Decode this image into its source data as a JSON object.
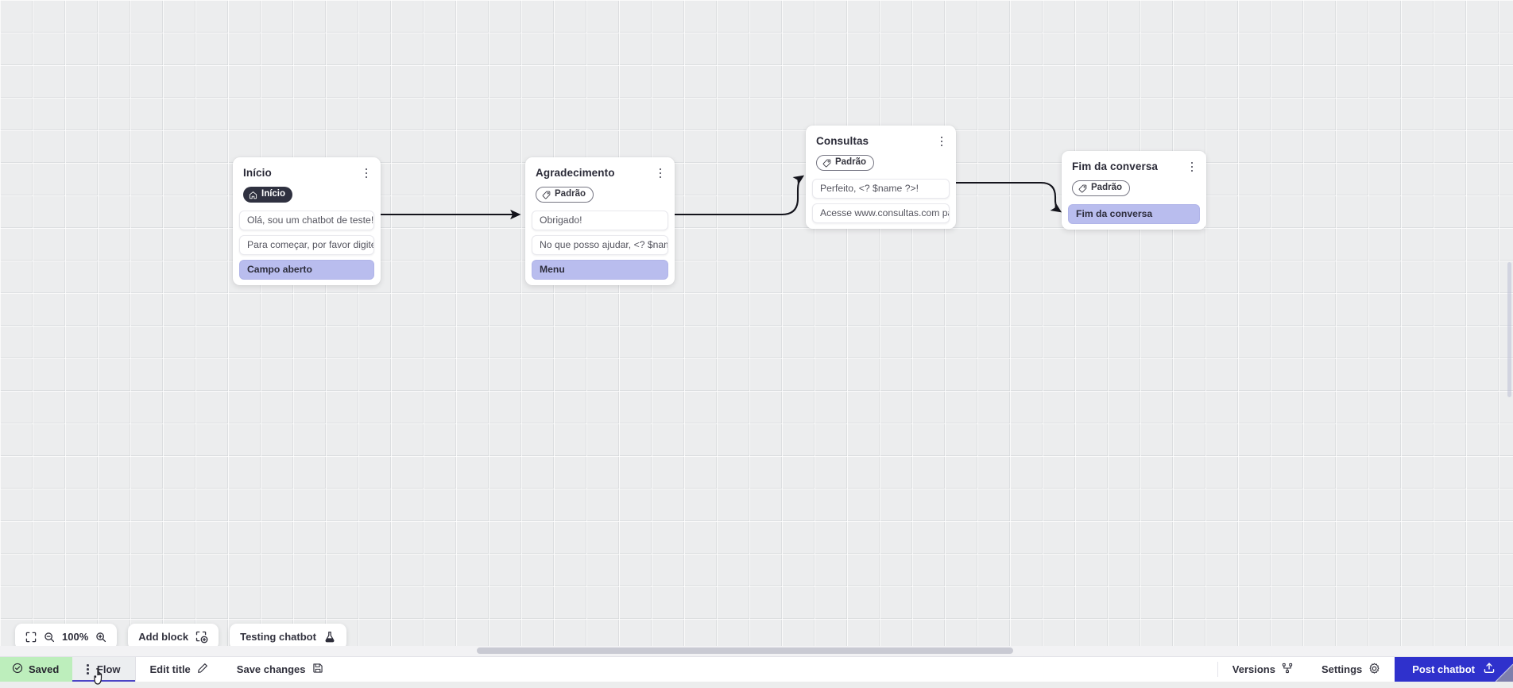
{
  "canvas": {
    "zoom_level": "100%",
    "grid": "dot-grid"
  },
  "nodes": [
    {
      "id": "inicio",
      "title": "Início",
      "badge": {
        "label": "Início",
        "kind": "start",
        "icon": "home-icon"
      },
      "rows": [
        {
          "text": "Olá, sou um chatbot de teste!",
          "kind": "message"
        },
        {
          "text": "Para começar, por favor digite o ...",
          "kind": "message"
        },
        {
          "text": "Campo aberto",
          "kind": "action"
        }
      ],
      "menu_icon": "kebab-menu-icon"
    },
    {
      "id": "agradecimento",
      "title": "Agradecimento",
      "badge": {
        "label": "Padrão",
        "kind": "default",
        "icon": "tag-icon"
      },
      "rows": [
        {
          "text": "Obrigado!",
          "kind": "message"
        },
        {
          "text": "No que posso ajudar, <? $name ...",
          "kind": "message"
        },
        {
          "text": "Menu",
          "kind": "action"
        }
      ],
      "menu_icon": "kebab-menu-icon"
    },
    {
      "id": "consultas",
      "title": "Consultas",
      "badge": {
        "label": "Padrão",
        "kind": "default",
        "icon": "tag-icon"
      },
      "rows": [
        {
          "text": "Perfeito, <? $name ?>!",
          "kind": "message"
        },
        {
          "text": "Acesse www.consultas.com par...",
          "kind": "message"
        }
      ],
      "menu_icon": "kebab-menu-icon"
    },
    {
      "id": "fim-da-conversa",
      "title": "Fim da conversa",
      "badge": {
        "label": "Padrão",
        "kind": "default",
        "icon": "tag-icon"
      },
      "rows": [
        {
          "text": "Fim da conversa",
          "kind": "action"
        }
      ],
      "menu_icon": "kebab-menu-icon"
    }
  ],
  "edges": [
    {
      "from": "inicio",
      "to": "agradecimento"
    },
    {
      "from": "agradecimento",
      "to": "consultas"
    },
    {
      "from": "consultas",
      "to": "fim-da-conversa"
    }
  ],
  "toolbar": {
    "fit_view_icon": "fit-screen-icon",
    "zoom_out_icon": "zoom-out-icon",
    "zoom_label": "100%",
    "zoom_in_icon": "zoom-in-icon",
    "add_block_label": "Add block",
    "add_block_icon": "add-block-icon",
    "testing_label": "Testing chatbot",
    "testing_icon": "flask-icon"
  },
  "bottom_bar": {
    "status_label": "Saved",
    "status_icon": "check-circle-icon",
    "tab_menu_icon": "kebab-menu-icon",
    "tab_label": "Flow",
    "edit_title_label": "Edit title",
    "edit_title_icon": "pencil-icon",
    "save_changes_label": "Save changes",
    "save_changes_icon": "floppy-disk-icon",
    "versions_label": "Versions",
    "versions_icon": "branch-icon",
    "settings_label": "Settings",
    "settings_icon": "gear-icon",
    "post_label": "Post chatbot",
    "post_icon": "upload-icon"
  },
  "colors": {
    "accent": "#2f31cc",
    "tab_underline": "#4b45c6",
    "saved_bg": "#bdeebc",
    "action_row": "#b9bdee",
    "start_badge": "#2f3140",
    "canvas_bg": "#ecedee"
  }
}
